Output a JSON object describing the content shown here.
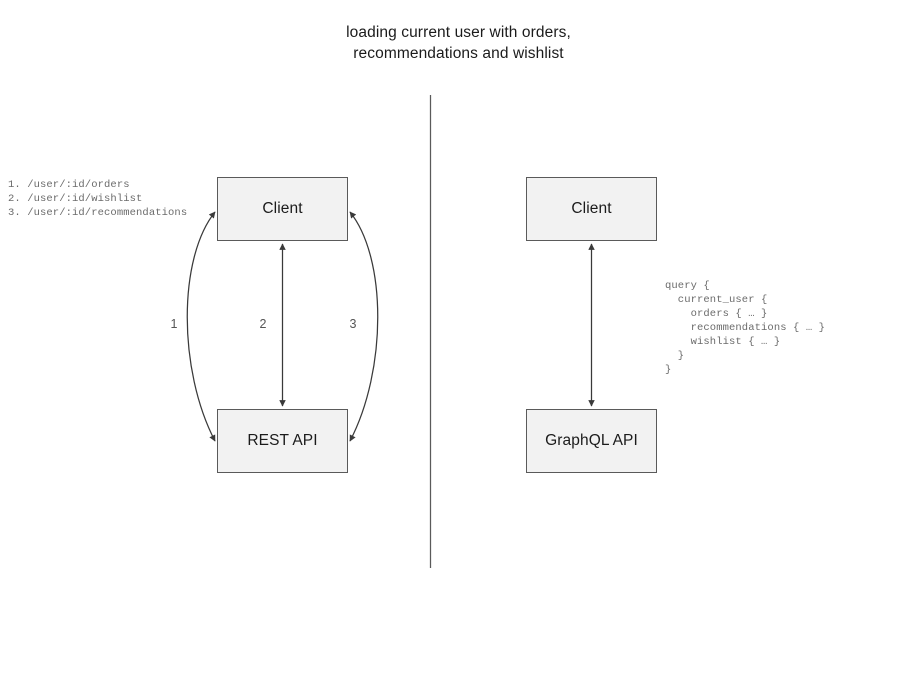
{
  "title": "loading current user with orders,\nrecommendations and wishlist",
  "divider": {
    "name": "vertical-divider"
  },
  "rest_side": {
    "endpoint_list": "1. /user/:id/orders\n2. /user/:id/wishlist\n3. /user/:id/recommendations",
    "endpoints": [
      {
        "index": "1.",
        "path": "/user/:id/orders"
      },
      {
        "index": "2.",
        "path": "/user/:id/wishlist"
      },
      {
        "index": "3.",
        "path": "/user/:id/recommendations"
      }
    ],
    "client_label": "Client",
    "api_label": "REST API",
    "arrow_labels": [
      "1",
      "2",
      "3"
    ],
    "arrows": [
      {
        "label": "1",
        "shape": "arc-left",
        "direction": "bidirectional"
      },
      {
        "label": "2",
        "shape": "straight",
        "direction": "bidirectional"
      },
      {
        "label": "3",
        "shape": "arc-right",
        "direction": "bidirectional"
      }
    ]
  },
  "graphql_side": {
    "client_label": "Client",
    "api_label": "GraphQL API",
    "query": "query {\n  current_user {\n    orders { … }\n    recommendations { … }\n    wishlist { … }\n  }\n}",
    "arrows": [
      {
        "shape": "straight",
        "direction": "bidirectional"
      }
    ]
  },
  "colors": {
    "node_fill": "#f2f2f2",
    "node_border": "#5a5a5a",
    "edge": "#3a3a3a",
    "code_text": "#6b6b6b",
    "title_text": "#1b1b1b",
    "background": "#ffffff"
  }
}
